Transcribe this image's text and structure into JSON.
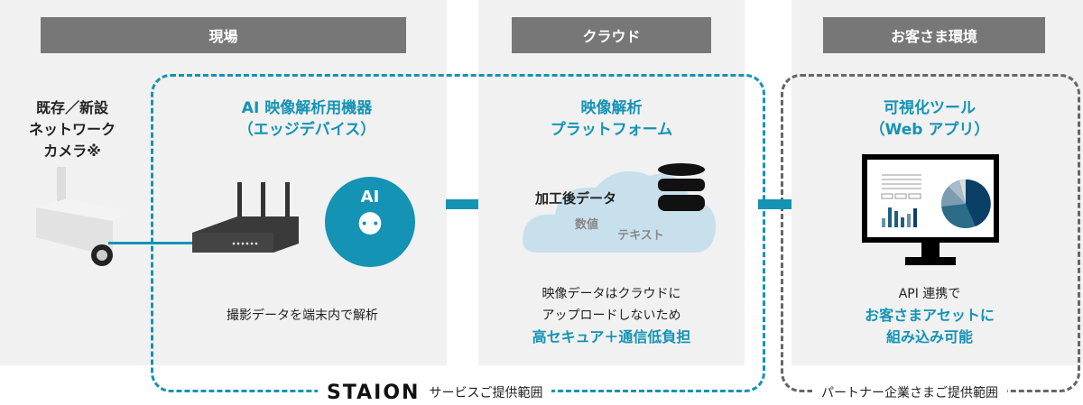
{
  "headers": {
    "site": "現場",
    "cloud": "クラウド",
    "customer": "お客さま環境"
  },
  "camera": {
    "title_lines": [
      "既存／新設",
      "ネットワーク",
      "カメラ※"
    ]
  },
  "edge": {
    "title": "AI 映像解析用機器",
    "subtitle": "（エッジデバイス）",
    "ai_badge": "AI",
    "caption": "撮影データを端末内で解析"
  },
  "platform": {
    "title": "映像解析",
    "subtitle": "プラットフォーム",
    "cloud_label": "加工後データ",
    "data1": "数値",
    "data2": "テキスト",
    "caption1": "映像データはクラウドに",
    "caption2": "アップロードしないため",
    "caption3": "高セキュア＋通信低負担"
  },
  "tool": {
    "title": "可視化ツール",
    "subtitle": "（Web アプリ）",
    "caption1": "API 連携で",
    "caption2": "お客さまアセットに",
    "caption3": "組み込み可能"
  },
  "scopes": {
    "staion_logo": "STAION",
    "staion": "サービスご提供範囲",
    "partner": "パートナー企業さまご提供範囲"
  },
  "colors": {
    "accent": "#1493b5",
    "header": "#777777",
    "panel": "#f1f1f1"
  }
}
